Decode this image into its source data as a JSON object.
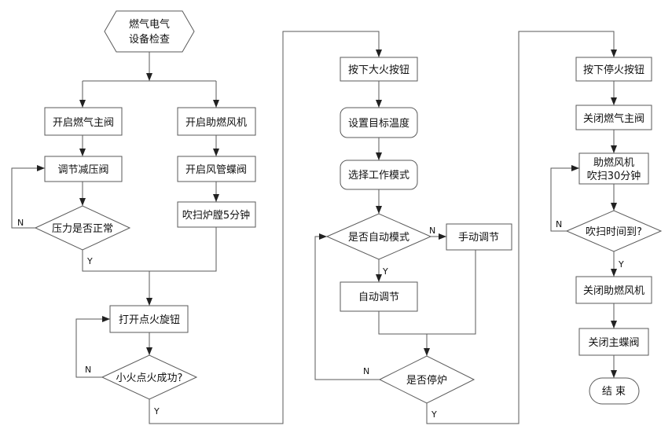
{
  "nodes": {
    "start_line1": "燃气电气",
    "start_line2": "设备检查",
    "open_gas_main": "开启燃气主阀",
    "open_fan": "开启助燃风机",
    "adjust_pressure_valve": "调节减压阀",
    "open_butterfly_valve": "开启风管蝶阀",
    "pressure_check": "压力是否正常",
    "purge_chamber": "吹扫炉膛5分钟",
    "open_ignition_knob": "打开点火旋钮",
    "small_fire_check": "小火点火成功?",
    "press_big_fire": "按下大火按钮",
    "set_target_temp": "设置目标温度",
    "select_mode": "选择工作模式",
    "auto_mode_check": "是否自动模式",
    "manual_adjust": "手动调节",
    "auto_adjust": "自动调节",
    "stop_check": "是否停炉",
    "press_stop": "按下停火按钮",
    "close_gas_main": "关闭燃气主阀",
    "fan_purge_line1": "助燃风机",
    "fan_purge_line2": "吹扫30分钟",
    "time_check": "吹扫时间到?",
    "close_fan": "关闭助燃风机",
    "close_main_butterfly": "关闭主蝶阀",
    "end": "结 束"
  },
  "labels": {
    "yes": "Y",
    "no": "N"
  }
}
